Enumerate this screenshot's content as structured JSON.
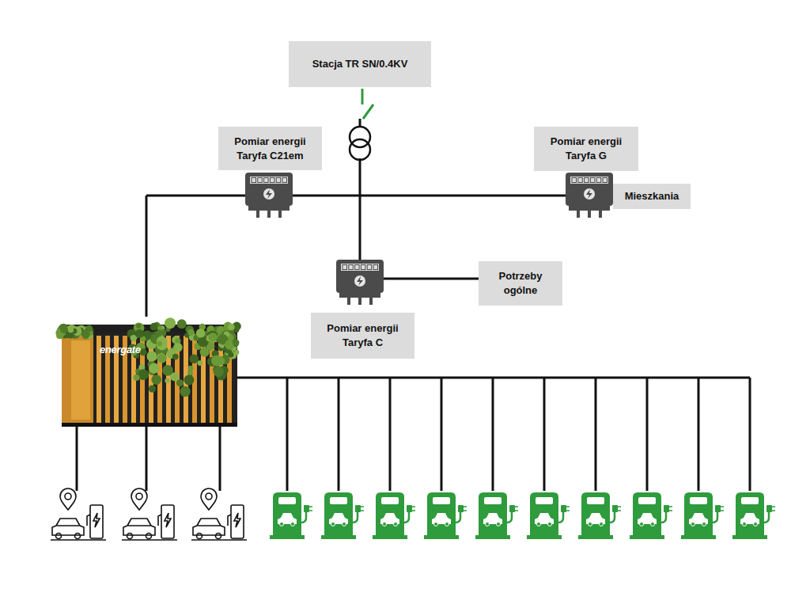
{
  "diagram": {
    "nodes": [
      {
        "text": [
          "Stacja TR SN/0.4KV"
        ]
      },
      {
        "text": [
          "Pomiar energii Taryfa C21em"
        ]
      },
      {
        "text": [
          "Pomiar energii Taryfa G"
        ]
      },
      {
        "text": [
          "Mieszkania"
        ]
      },
      {
        "text": [
          "Potrzeby ogólne"
        ]
      },
      {
        "text": [
          "Pomiar energii Taryfa C"
        ]
      }
    ],
    "labels": [
      "energate"
    ]
  }
}
